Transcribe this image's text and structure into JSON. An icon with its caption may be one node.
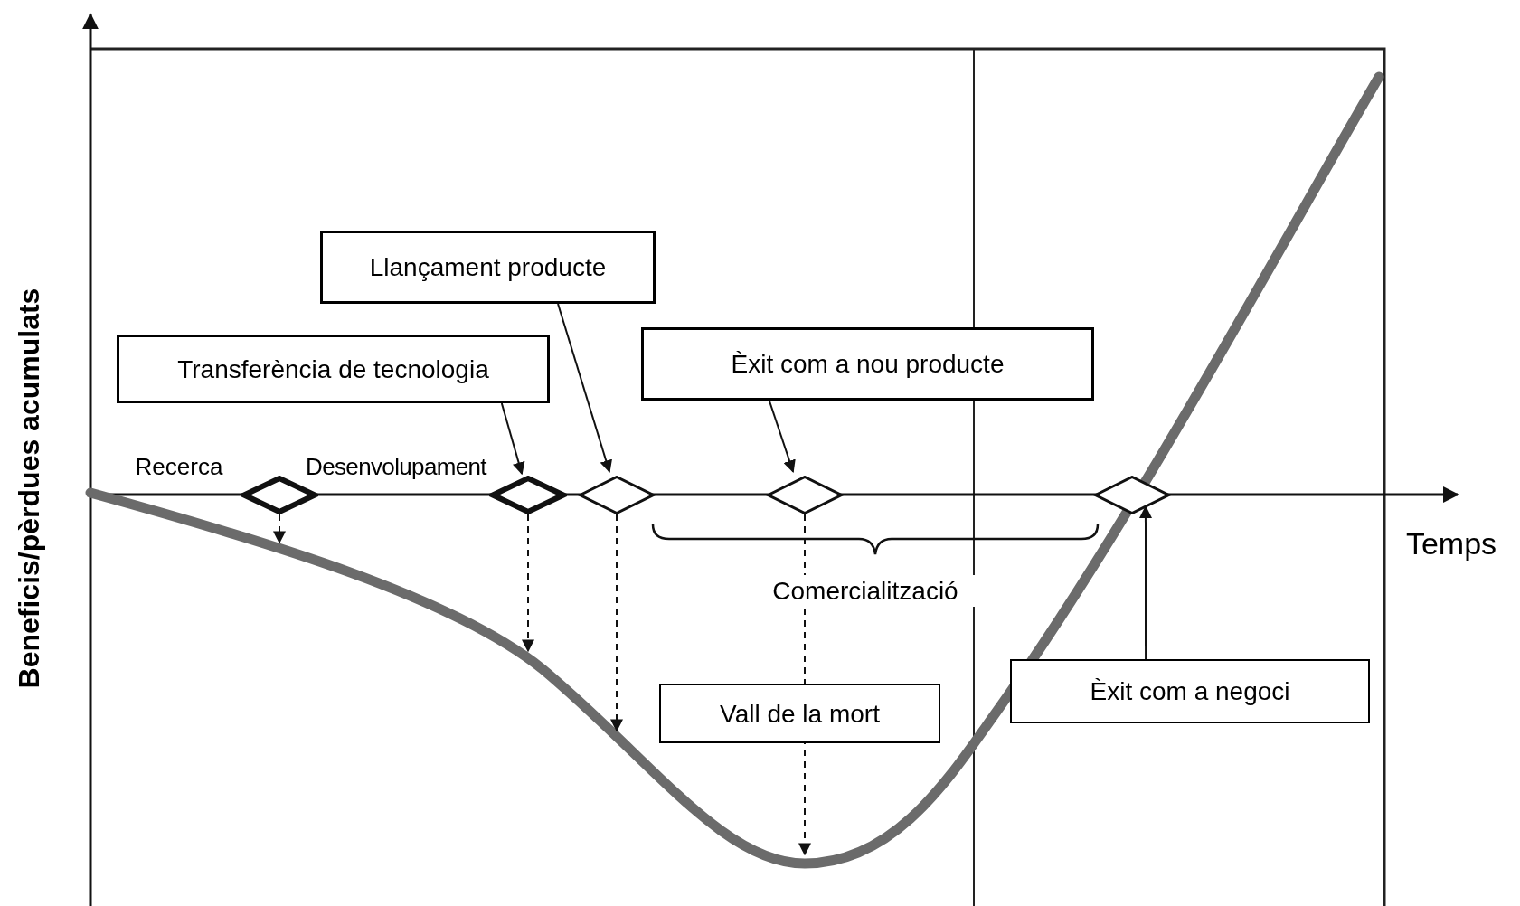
{
  "diagram": {
    "nodes": [
      {
        "text": [
          "Llançament producte"
        ]
      },
      {
        "text": [
          "Transferència de tecnologia"
        ]
      },
      {
        "text": [
          "Èxit com a nou producte"
        ]
      },
      {
        "text": [],
        "shape": "diamond"
      },
      {
        "text": [],
        "shape": "diamond"
      },
      {
        "text": [],
        "shape": "diamond"
      },
      {
        "text": [],
        "shape": "diamond"
      },
      {
        "text": [],
        "shape": "diamond"
      },
      {
        "text": [
          "Vall de la mort"
        ]
      },
      {
        "text": [
          "Èxit com a negoci"
        ]
      }
    ],
    "edges": [
      {
        "from": 1,
        "to": 4,
        "arrow": "to"
      },
      {
        "from": 0,
        "to": 5,
        "arrow": "to"
      },
      {
        "from": 2,
        "to": 6,
        "arrow": "to"
      },
      {
        "from": 3,
        "to": null,
        "arrow": "to",
        "style": "dashed"
      },
      {
        "from": 4,
        "to": null,
        "arrow": "to",
        "style": "dashed"
      },
      {
        "from": 5,
        "to": null,
        "arrow": "to",
        "style": "dashed"
      },
      {
        "from": 6,
        "to": null,
        "arrow": "to",
        "style": "dashed"
      },
      {
        "from": 9,
        "to": 7,
        "arrow": "to"
      }
    ],
    "labels": [
      "Beneficis/pèrdues acumulats",
      "Recerca",
      "Desenvolupament",
      "Temps",
      "Comercialització"
    ]
  }
}
